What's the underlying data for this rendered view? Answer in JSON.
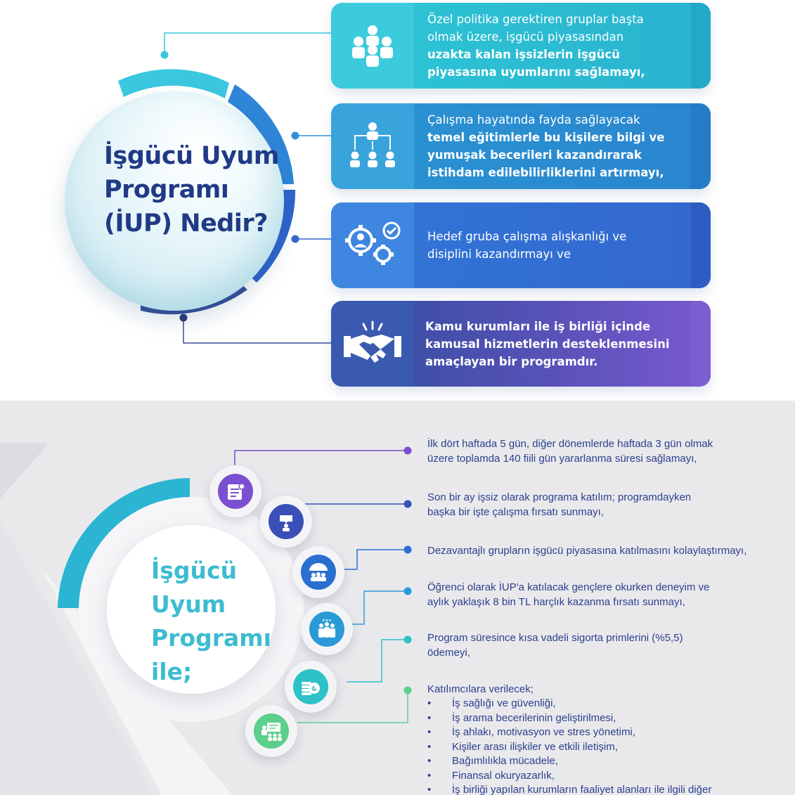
{
  "header": {
    "title_lines": [
      "İşgücü Uyum",
      "Programı",
      "(İUP) Nedir?"
    ]
  },
  "cards": [
    {
      "icon": "group-people-icon",
      "lines": [
        {
          "text": "Özel politika gerektiren gruplar başta",
          "bold": false
        },
        {
          "text": "olmak üzere, işgücü piyasasından",
          "bold": false
        },
        {
          "text": "uzakta kalan işsizlerin işgücü",
          "bold": true
        },
        {
          "text": "piyasasına uyumlarını sağlamayı,",
          "bold": true
        }
      ]
    },
    {
      "icon": "training-hierarchy-icon",
      "lines": [
        {
          "text": "Çalışma hayatında fayda sağlayacak",
          "bold": false
        },
        {
          "text": "temel eğitimlerle bu kişilere bilgi ve",
          "bold": true
        },
        {
          "text": "yumuşak becerileri kazandırarak",
          "bold": true
        },
        {
          "text": "istihdam edilebilirliklerini artırmayı,",
          "bold": true
        }
      ]
    },
    {
      "icon": "gears-check-icon",
      "lines": [
        {
          "text": "Hedef gruba çalışma alışkanlığı ve",
          "bold": false
        },
        {
          "text": "disiplini kazandırmayı ve",
          "bold": false
        }
      ]
    },
    {
      "icon": "handshake-icon",
      "lines": [
        {
          "text": "Kamu kurumları ile iş birliği içinde",
          "bold": true
        },
        {
          "text": "kamusal hizmetlerin desteklenmesini",
          "bold": true
        },
        {
          "text": "amaçlayan bir programdır.",
          "bold": true
        }
      ]
    }
  ],
  "program": {
    "title_lines": [
      "İşgücü",
      "Uyum",
      "Programı",
      "ile;"
    ],
    "items": [
      {
        "icon": "calendar-checklist-icon",
        "color": "#7a4fd0",
        "lines": [
          "İlk dört haftada 5 gün, diğer dönemlerde haftada 3 gün olmak",
          "üzere toplamda 140 fiili gün yararlanma süresi sağlamayı,"
        ]
      },
      {
        "icon": "job-seeker-icon",
        "color": "#3a4fb8",
        "lines": [
          "Son bir ay işsiz olarak programa katılım; programdayken",
          "başka bir işte çalışma fırsatı sunmayı,"
        ]
      },
      {
        "icon": "umbrella-group-icon",
        "color": "#2a6fd0",
        "lines": [
          "Dezavantajlı grupların işgücü piyasasına katılmasını kolaylaştırmayı,"
        ]
      },
      {
        "icon": "students-icon",
        "color": "#2a9ad6",
        "lines": [
          "Öğrenci olarak İUP'a katılacak gençlere okurken deneyim ve",
          "aylık yaklaşık 8 bin TL harçlık kazanma fırsatı sunmayı,"
        ]
      },
      {
        "icon": "coins-lira-icon",
        "color": "#2ec1c8",
        "lines": [
          "Program süresince kısa vadeli sigorta primlerini (%5,5)",
          "ödemeyi,"
        ]
      },
      {
        "icon": "classroom-training-icon",
        "color": "#5ccf8c",
        "intro": "Katılımcılara verilecek;",
        "bullets": [
          "İş sağlığı ve güvenliği,",
          "İş arama becerilerinin geliştirilmesi,",
          "İş ahlakı, motivasyon ve stres yönetimi,",
          "Kişiler arası ilişkiler ve etkili iletişim,",
          "Bağımlılıkla mücadele,",
          "Finansal okuryazarlık,",
          "İş birliği yapılan kurumların faaliyet alanları ile ilgili diğer"
        ]
      }
    ]
  }
}
